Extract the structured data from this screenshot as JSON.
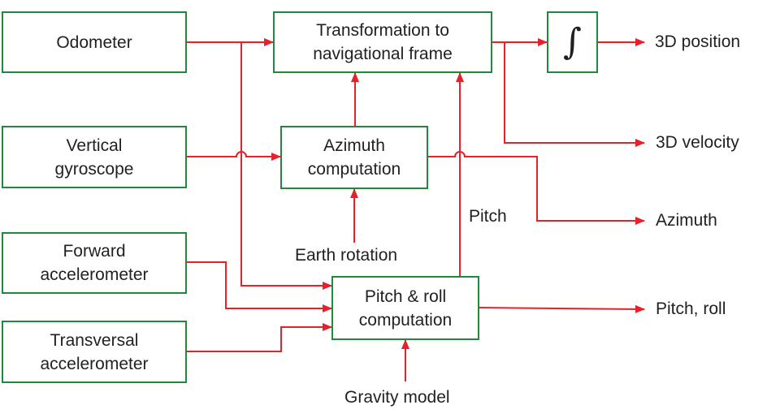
{
  "colors": {
    "box_border": "#1f8a3d",
    "arrow": "#e8202a",
    "text": "#231f20"
  },
  "blocks": {
    "odometer": {
      "line1": "Odometer"
    },
    "gyro": {
      "line1": "Vertical",
      "line2": "gyroscope"
    },
    "forward": {
      "line1": "Forward",
      "line2": "accelerometer"
    },
    "transversal": {
      "line1": "Transversal",
      "line2": "accelerometer"
    },
    "transform": {
      "line1": "Transformation to",
      "line2": "navigational frame"
    },
    "azimuth": {
      "line1": "Azimuth",
      "line2": "computation"
    },
    "pitchroll": {
      "line1": "Pitch & roll",
      "line2": "computation"
    },
    "integrator": {
      "symbol": "∫"
    }
  },
  "inputs": {
    "earth_rotation": "Earth rotation",
    "gravity_model": "Gravity model"
  },
  "signal_labels": {
    "pitch": "Pitch"
  },
  "outputs": {
    "position": "3D position",
    "velocity": "3D velocity",
    "azimuth": "Azimuth",
    "pitch_roll": "Pitch, roll"
  }
}
